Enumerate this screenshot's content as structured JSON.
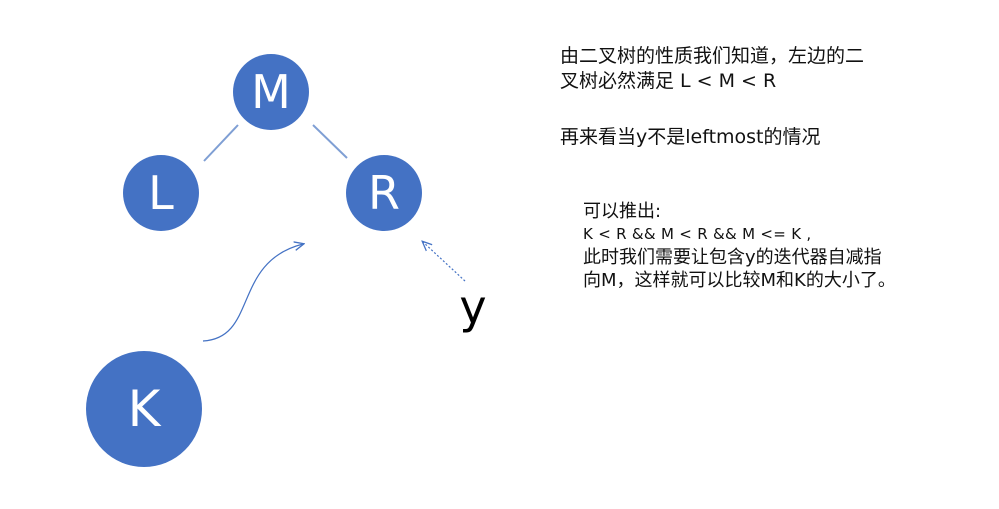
{
  "colors": {
    "node_fill": "#4472c4",
    "edge": "#7f9fd4",
    "arrow": "#4472c4",
    "node_text": "#ffffff",
    "pointer_text": "#000000"
  },
  "nodes": {
    "m": "M",
    "l": "L",
    "r": "R",
    "k": "K"
  },
  "pointer": {
    "label": "y"
  },
  "notes": {
    "fact_line1": "由二叉树的性质我们知道，左边的二",
    "fact_line2": "叉树必然满足 L < M < R",
    "case_line": "再来看当y不是leftmost的情况",
    "deduce_title": "可以推出:",
    "deduce_condition": "K < R && M < R && M <= K ,",
    "deduce_line1": "此时我们需要让包含y的迭代器自减指",
    "deduce_line2": "向M，这样就可以比较M和K的大小了。"
  }
}
